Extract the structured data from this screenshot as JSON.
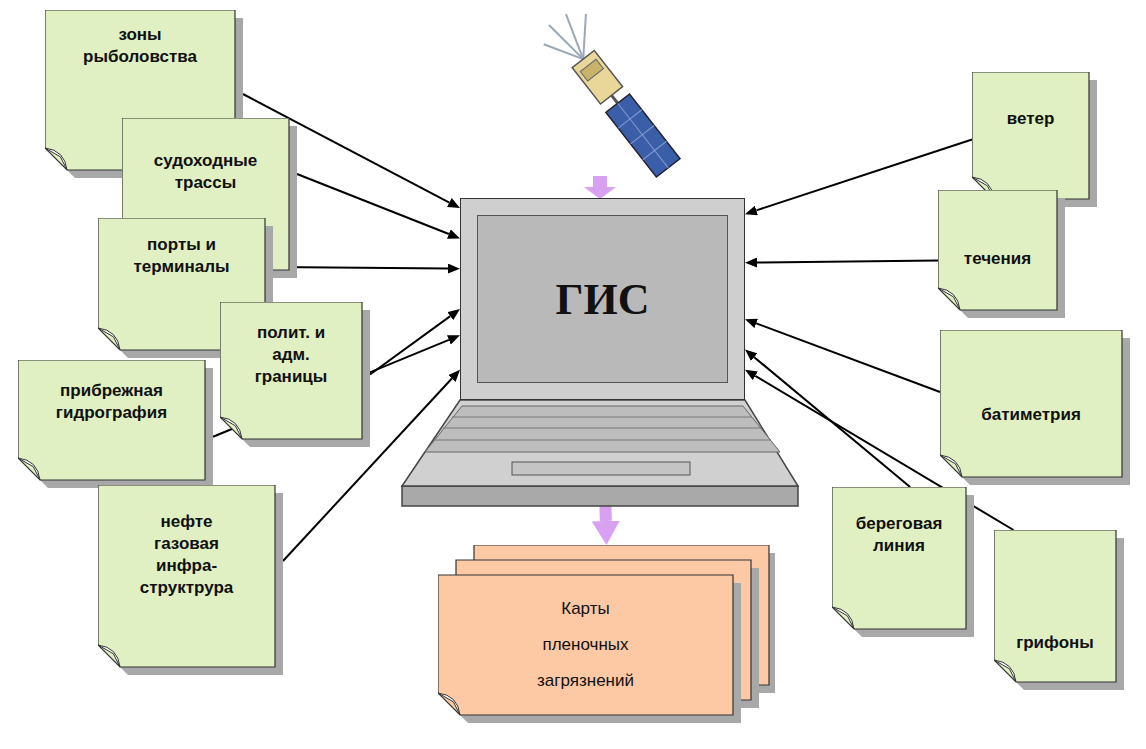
{
  "diagram": {
    "nodes": [
      {
        "text": [
          "зоны рыболовства"
        ]
      },
      {
        "text": [
          "судоходные трассы"
        ]
      },
      {
        "text": [
          "порты и терминалы"
        ]
      },
      {
        "text": [
          "полит. и адм. границы"
        ]
      },
      {
        "text": [
          "прибрежная гидрография"
        ]
      },
      {
        "text": [
          "нефте газовая инфра- структрура"
        ]
      },
      {
        "text": [
          "ГИС"
        ]
      },
      {
        "text": [
          "ветер"
        ]
      },
      {
        "text": [
          "течения"
        ]
      },
      {
        "text": [
          "батиметрия"
        ]
      },
      {
        "text": [
          "береговая линия"
        ]
      },
      {
        "text": [
          "грифоны"
        ]
      },
      {
        "text": [
          "Карты пленочных загрязнений"
        ]
      }
    ],
    "edges": [
      {
        "from": 0,
        "to": 6,
        "arrow": "to"
      },
      {
        "from": 1,
        "to": 6,
        "arrow": "to"
      },
      {
        "from": 2,
        "to": 6,
        "arrow": "to"
      },
      {
        "from": 3,
        "to": 6,
        "arrow": "to"
      },
      {
        "from": 4,
        "to": 6,
        "arrow": "to"
      },
      {
        "from": 5,
        "to": 6,
        "arrow": "to"
      },
      {
        "from": 7,
        "to": 6,
        "arrow": "to"
      },
      {
        "from": 8,
        "to": 6,
        "arrow": "to"
      },
      {
        "from": 9,
        "to": 6,
        "arrow": "to"
      },
      {
        "from": 10,
        "to": 6,
        "arrow": "to"
      },
      {
        "from": 11,
        "to": 6,
        "arrow": "to"
      },
      {
        "from": 6,
        "to": 12,
        "arrow": "to"
      }
    ]
  }
}
